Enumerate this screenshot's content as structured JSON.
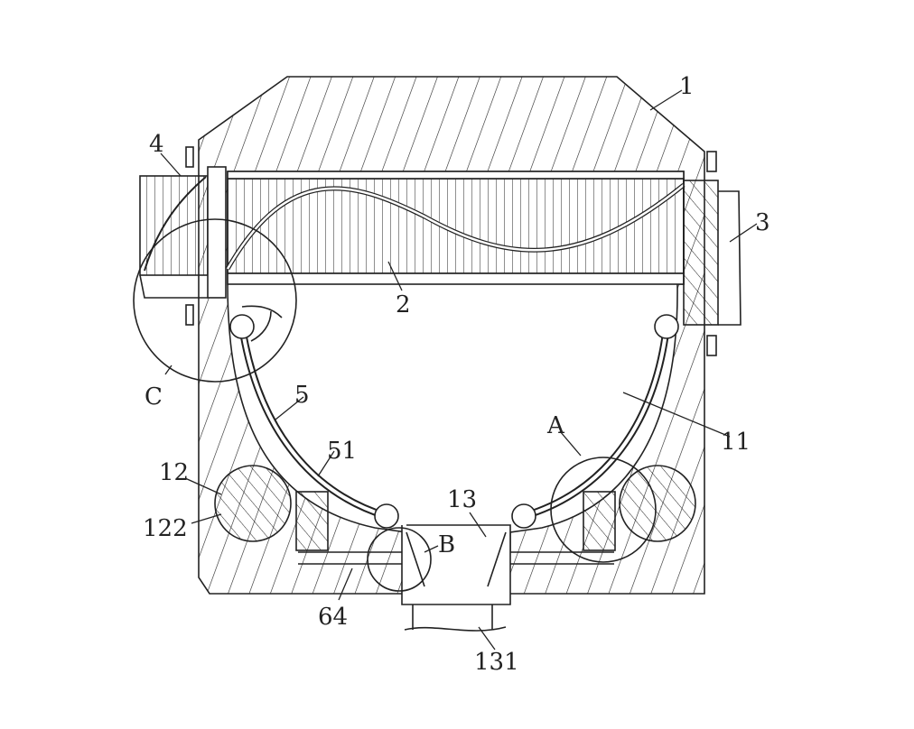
{
  "figure": {
    "labels": {
      "body": "1",
      "channel": "2",
      "side_block": "3",
      "left_block": "4",
      "arc_plate": "5",
      "spring_seat": "51",
      "cavity": "11",
      "roller": "12",
      "roller_core": "122",
      "outlet": "13",
      "outlet_pipe": "131",
      "rod": "64",
      "detail_a": "A",
      "detail_b": "B",
      "detail_c": "C"
    },
    "colors": {
      "line": "#222222",
      "background": "#ffffff"
    }
  }
}
